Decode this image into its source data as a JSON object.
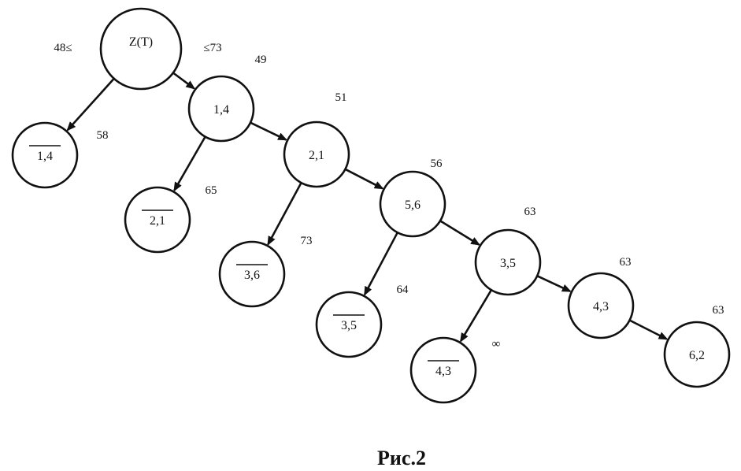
{
  "caption": "Рис.2",
  "root": {
    "label": "Z(T)",
    "left_bound": "48≤",
    "right_bound": "≤73"
  },
  "nodes": [
    {
      "id": "n14",
      "label": "1,4",
      "negated": false,
      "bound": "49"
    },
    {
      "id": "n14b",
      "label": "1,4",
      "negated": true,
      "bound": "58"
    },
    {
      "id": "n21",
      "label": "2,1",
      "negated": false,
      "bound": "51"
    },
    {
      "id": "n21b",
      "label": "2,1",
      "negated": true,
      "bound": "65"
    },
    {
      "id": "n56",
      "label": "5,6",
      "negated": false,
      "bound": "56"
    },
    {
      "id": "n36b",
      "label": "3,6",
      "negated": true,
      "bound": "73"
    },
    {
      "id": "n35",
      "label": "3,5",
      "negated": false,
      "bound": "63"
    },
    {
      "id": "n35b",
      "label": "3,5",
      "negated": true,
      "bound": "64"
    },
    {
      "id": "n43",
      "label": "4,3",
      "negated": false,
      "bound": "63"
    },
    {
      "id": "n43b",
      "label": "4,3",
      "negated": true,
      "bound": "∞"
    },
    {
      "id": "n62",
      "label": "6,2",
      "negated": false,
      "bound": "63"
    }
  ],
  "edges": [
    [
      "root",
      "n14"
    ],
    [
      "root",
      "n14b"
    ],
    [
      "n14",
      "n21"
    ],
    [
      "n14",
      "n21b"
    ],
    [
      "n21",
      "n56"
    ],
    [
      "n21",
      "n36b"
    ],
    [
      "n56",
      "n35"
    ],
    [
      "n56",
      "n35b"
    ],
    [
      "n35",
      "n43"
    ],
    [
      "n35",
      "n43b"
    ],
    [
      "n43",
      "n62"
    ]
  ]
}
